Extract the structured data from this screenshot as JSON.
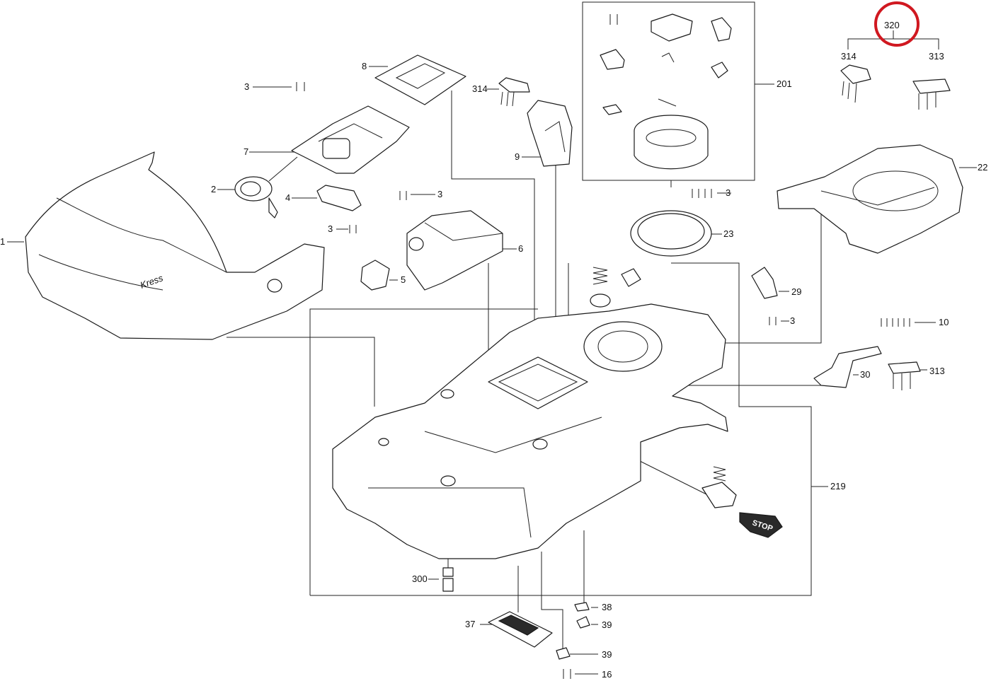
{
  "diagram": {
    "highlight_color": "#d01820",
    "highlighted_callout": "320",
    "callouts": [
      "1",
      "2",
      "3",
      "3",
      "3",
      "3",
      "3",
      "4",
      "5",
      "6",
      "7",
      "8",
      "9",
      "10",
      "16",
      "22",
      "23",
      "29",
      "30",
      "37",
      "38",
      "39",
      "39",
      "201",
      "219",
      "300",
      "313",
      "313",
      "314",
      "314",
      "320"
    ],
    "logo_text": "Kress",
    "stop_button_text": "STOP"
  }
}
